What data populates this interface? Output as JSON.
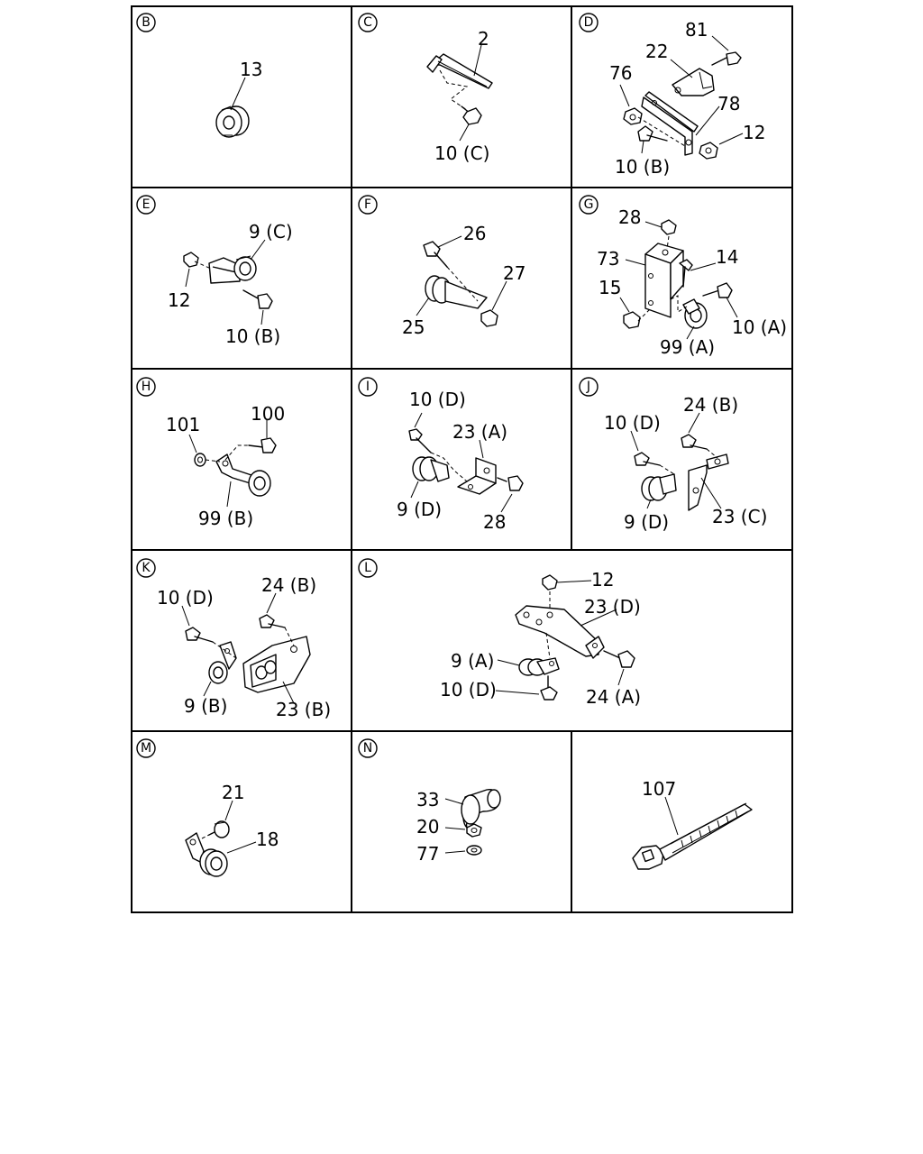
{
  "panels": {
    "B": {
      "letter": "B",
      "labels": [
        "13"
      ]
    },
    "C": {
      "letter": "C",
      "labels": [
        "2",
        "10 (C)"
      ]
    },
    "D": {
      "letter": "D",
      "labels": [
        "81",
        "22",
        "76",
        "78",
        "12",
        "10 (B)"
      ]
    },
    "E": {
      "letter": "E",
      "labels": [
        "9 (C)",
        "12",
        "10 (B)"
      ]
    },
    "F": {
      "letter": "F",
      "labels": [
        "26",
        "27",
        "25"
      ]
    },
    "G": {
      "letter": "G",
      "labels": [
        "28",
        "73",
        "14",
        "15",
        "10 (A)",
        "99 (A)"
      ]
    },
    "H": {
      "letter": "H",
      "labels": [
        "101",
        "100",
        "99 (B)"
      ]
    },
    "I": {
      "letter": "I",
      "labels": [
        "10 (D)",
        "23 (A)",
        "9 (D)",
        "28"
      ]
    },
    "J": {
      "letter": "J",
      "labels": [
        "10 (D)",
        "24 (B)",
        "9 (D)",
        "23 (C)"
      ]
    },
    "K": {
      "letter": "K",
      "labels": [
        "10 (D)",
        "24 (B)",
        "9 (B)",
        "23 (B)"
      ]
    },
    "L": {
      "letter": "L",
      "labels": [
        "12",
        "23 (D)",
        "9 (A)",
        "10 (D)",
        "24 (A)"
      ]
    },
    "M": {
      "letter": "M",
      "labels": [
        "21",
        "18"
      ]
    },
    "N": {
      "letter": "N",
      "labels": [
        "33",
        "20",
        "77"
      ]
    },
    "P": {
      "labels": [
        "107"
      ]
    }
  }
}
